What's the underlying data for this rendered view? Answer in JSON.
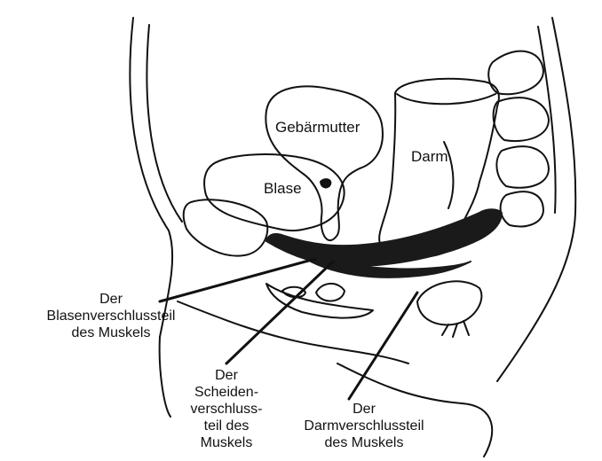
{
  "organs": {
    "uterus": "Gebärmutter",
    "colon": "Darm",
    "bladder": "Blase"
  },
  "callouts": {
    "bladder_sphincter": [
      "Der",
      "Blasenverschlussteil",
      "des Muskels"
    ],
    "vaginal_sphincter": [
      "Der",
      "Scheiden-",
      "verschluss-",
      "teil des",
      "Muskels"
    ],
    "anal_sphincter": [
      "Der",
      "Darmverschlussteil",
      "des Muskels"
    ]
  },
  "colors": {
    "ink": "#111111",
    "muscle": "#1a1a1a",
    "background": "#ffffff"
  }
}
